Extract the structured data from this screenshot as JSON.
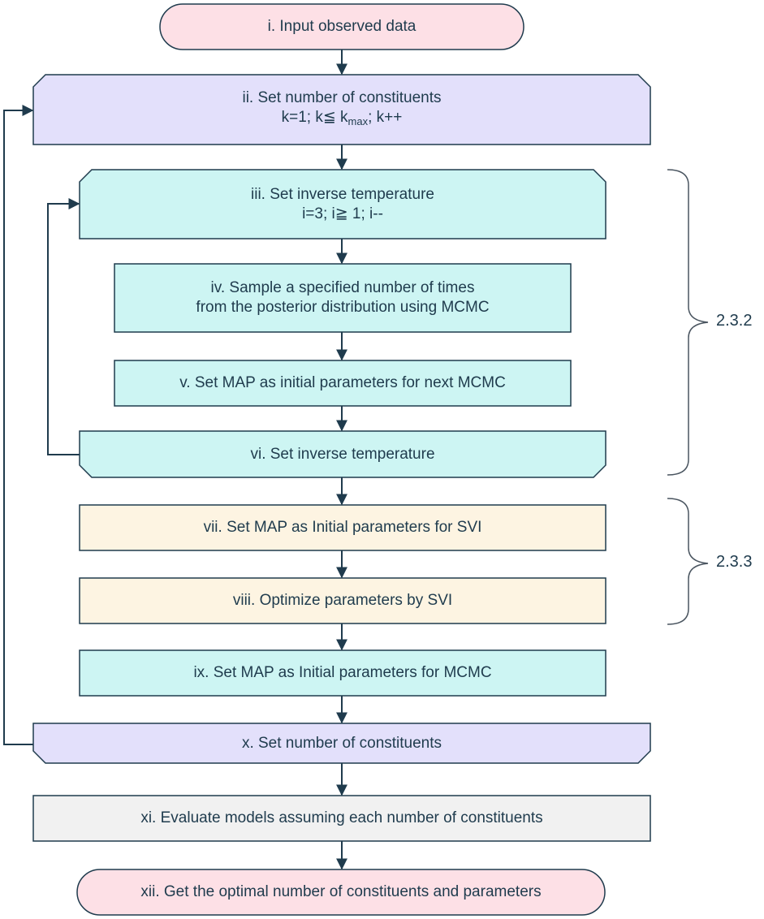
{
  "steps": {
    "s1": "i. Input observed data",
    "s2_line1": "ii. Set number of constituents",
    "s2_line2_pre": "k=1; k≦ k",
    "s2_line2_sub": "max",
    "s2_line2_post": "; k++",
    "s3_line1": "iii. Set inverse temperature",
    "s3_line2": "i=3; i≧ 1; i--",
    "s4_line1": "iv. Sample a specified number of times",
    "s4_line2": "from the posterior distribution using MCMC",
    "s5": "v. Set MAP as initial parameters for next MCMC",
    "s6": "vi. Set inverse temperature",
    "s7": "vii. Set MAP as Initial parameters for SVI",
    "s8": "viii. Optimize parameters by SVI",
    "s9": "ix. Set MAP as Initial parameters for MCMC",
    "s10": "x. Set number of constituents",
    "s11": "xi. Evaluate models assuming each number of constituents",
    "s12": "xii. Get the optimal number of constituents and parameters"
  },
  "sections": {
    "a": "2.3.2",
    "b": "2.3.3"
  },
  "colors": {
    "pink": "#fde0e6",
    "lavender": "#e3e0fb",
    "cyan": "#cdf5f3",
    "cream": "#fdf4e2",
    "gray": "#f1f1f1",
    "stroke": "#1f3b4d"
  }
}
